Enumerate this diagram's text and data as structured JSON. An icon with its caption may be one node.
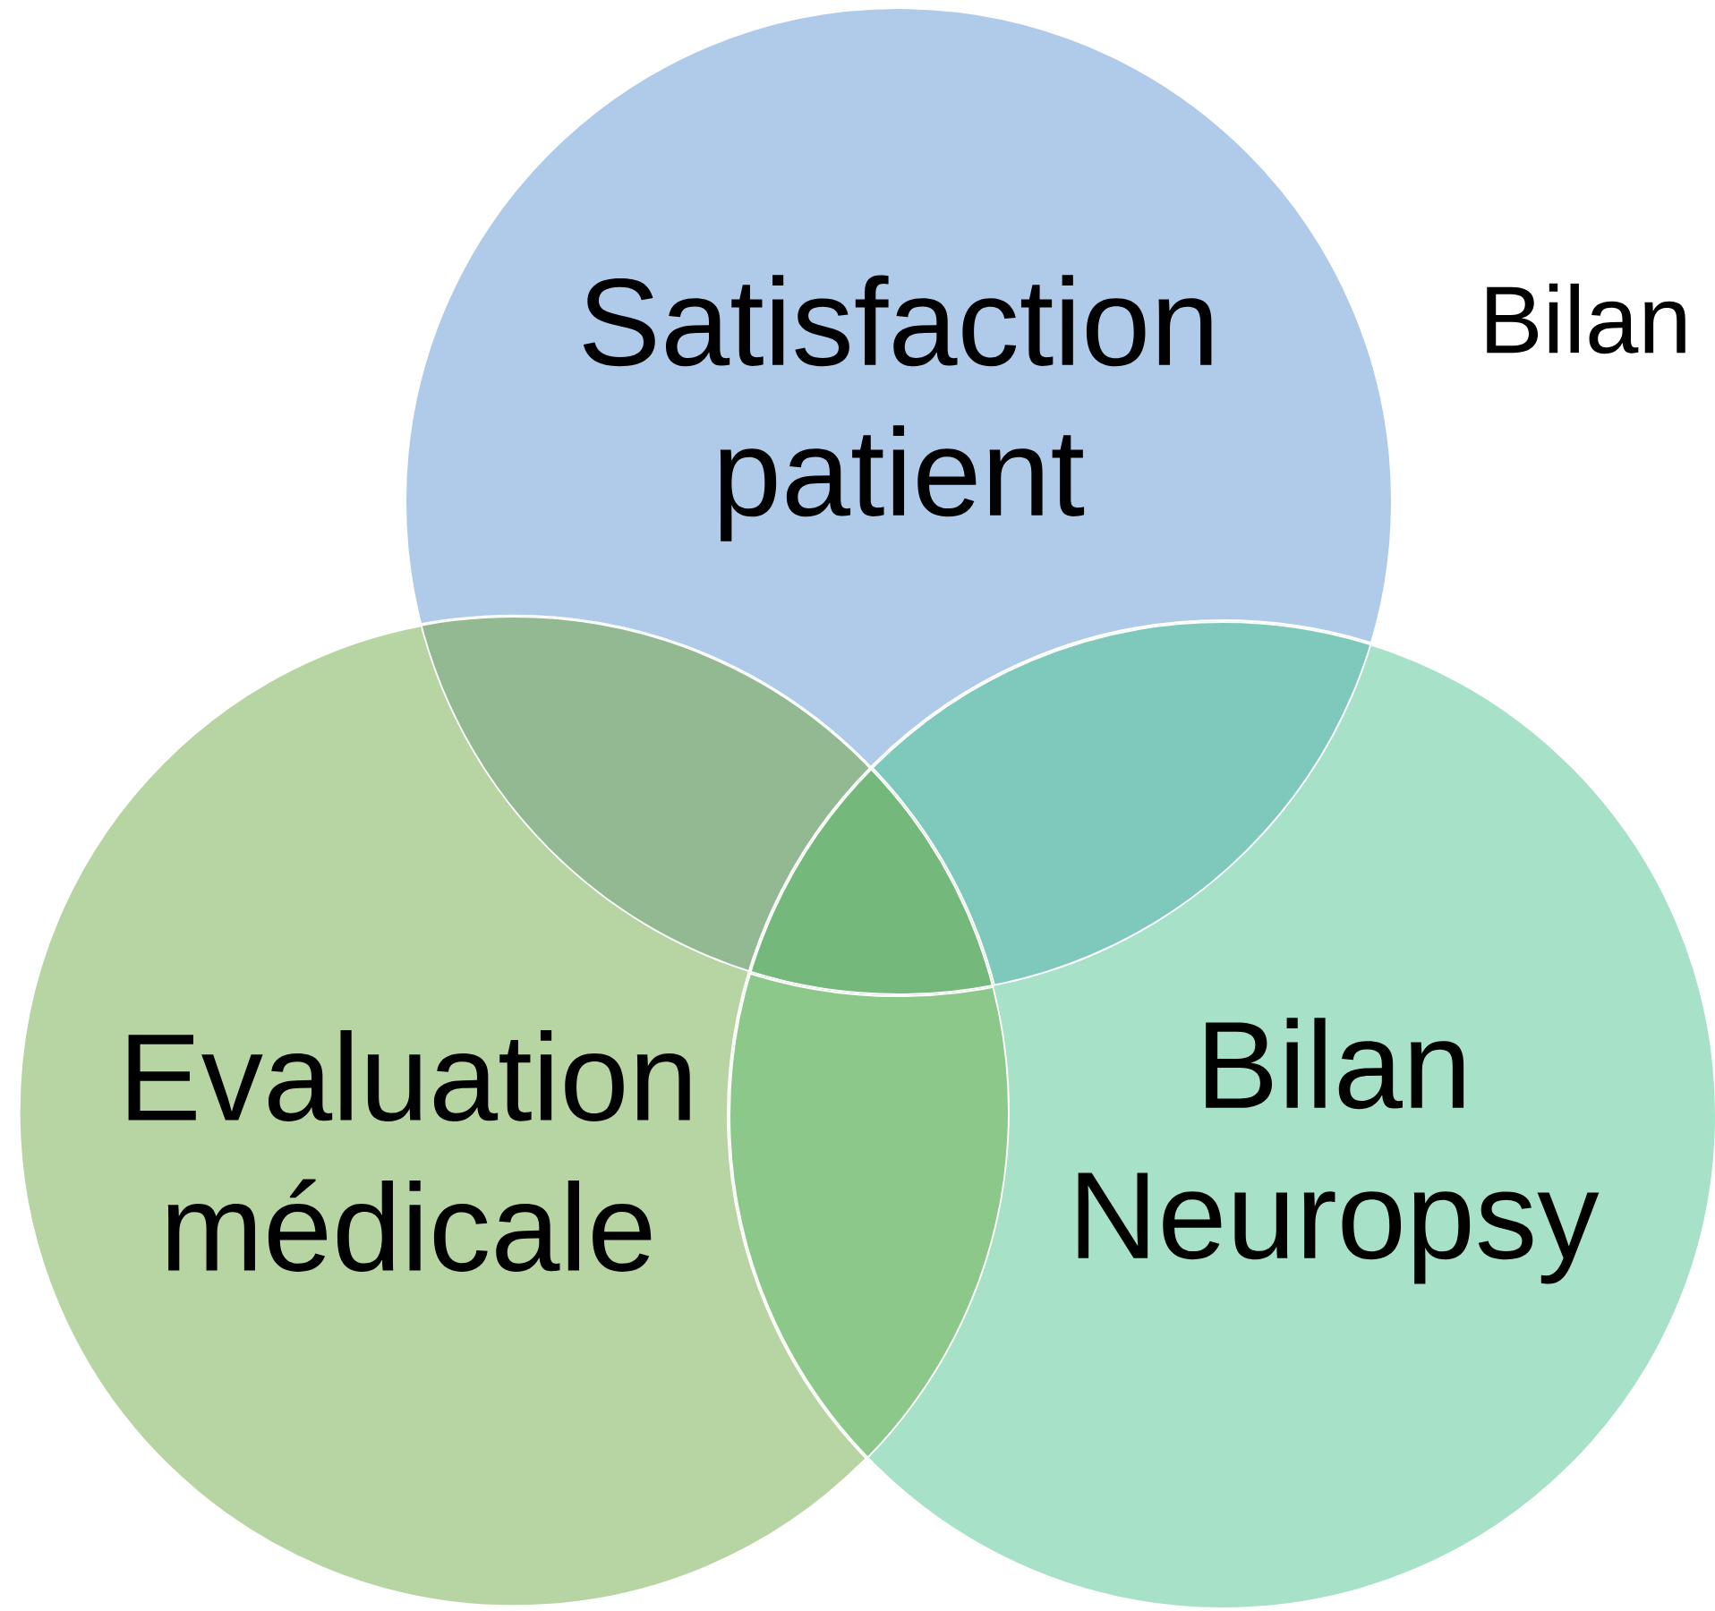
{
  "diagram": {
    "nodes": [
      {
        "text": [
          "Satisfaction patient"
        ]
      },
      {
        "text": [
          "Evaluation médicale"
        ]
      },
      {
        "text": [
          "Bilan Neuropsy"
        ]
      }
    ],
    "labels": [
      "Bilan"
    ]
  }
}
